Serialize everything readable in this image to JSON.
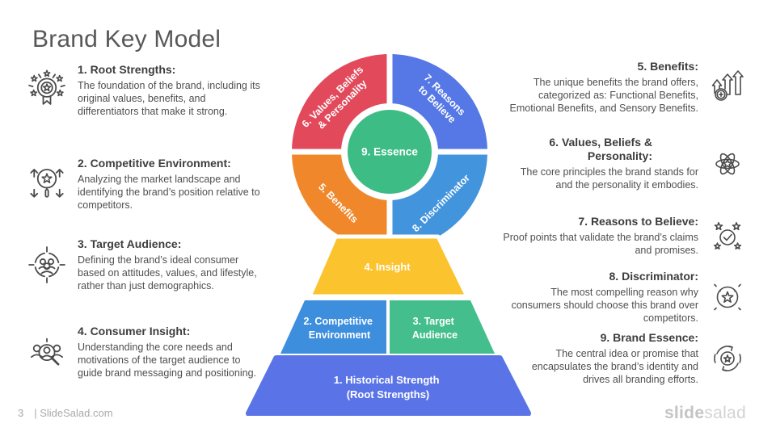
{
  "slide": {
    "title": "Brand Key Model",
    "footer": {
      "page_number": "3",
      "site": "| SlideSalad.com"
    },
    "logo": {
      "part1": "slide",
      "part2": "salad"
    }
  },
  "left_items": [
    {
      "heading": "1. Root Strengths:",
      "body": "The foundation of the brand, including its original values, benefits, and differentiators that make it strong.",
      "icon": "award-ribbon-icon"
    },
    {
      "heading": "2. Competitive Environment:",
      "body": "Analyzing the market landscape and identifying the brand’s position relative to competitors.",
      "icon": "market-analysis-icon"
    },
    {
      "heading": "3. Target Audience:",
      "body": "Defining the brand’s ideal consumer based on attitudes, values, and lifestyle, rather than just demographics.",
      "icon": "target-audience-icon"
    },
    {
      "heading": "4. Consumer Insight:",
      "body": "Understanding the core needs and motivations of the target audience to guide brand messaging and positioning.",
      "icon": "consumer-insight-icon"
    }
  ],
  "right_items": [
    {
      "heading": "5. Benefits:",
      "body": "The unique benefits the brand offers, categorized as: Functional Benefits, Emotional Benefits, and Sensory Benefits.",
      "icon": "growth-arrows-icon"
    },
    {
      "heading": "6. Values, Beliefs & Personality:",
      "body": "The core principles the brand stands for and the personality it embodies.",
      "icon": "atom-star-icon"
    },
    {
      "heading": "7. Reasons to Believe:",
      "body": "Proof points that validate the brand’s claims and promises.",
      "icon": "stars-check-icon"
    },
    {
      "heading": "8. Discriminator:",
      "body": "The most compelling reason why consumers should choose this brand over competitors.",
      "icon": "star-badge-icon"
    },
    {
      "heading": "9. Brand Essence:",
      "body": "The central idea or promise that encapsulates the brand’s identity and drives all branding efforts.",
      "icon": "essence-cycle-icon"
    }
  ],
  "diagram": {
    "values": {
      "line1": "6. Values, Beliefs",
      "line2": "& Personality",
      "color": "#E24A5C"
    },
    "reasons": {
      "line1": "7. Reasons",
      "line2": "to Believe",
      "color": "#5678E6"
    },
    "benefits": {
      "label": "5. Benefits",
      "color": "#F0882B"
    },
    "discriminator": {
      "label": "8. Discriminator",
      "color": "#4294DC"
    },
    "essence": {
      "label": "9. Essence",
      "color": "#3EBC85"
    },
    "insight": {
      "label": "4. Insight",
      "color": "#FBC32D"
    },
    "competitive": {
      "line1": "2. Competitive",
      "line2": "Environment",
      "color": "#3E8EDE"
    },
    "target": {
      "line1": "3. Target",
      "line2": "Audience",
      "color": "#44BE8C"
    },
    "historical": {
      "line1": "1. Historical Strength",
      "line2": "(Root Strengths)",
      "color": "#5A74E8"
    }
  }
}
